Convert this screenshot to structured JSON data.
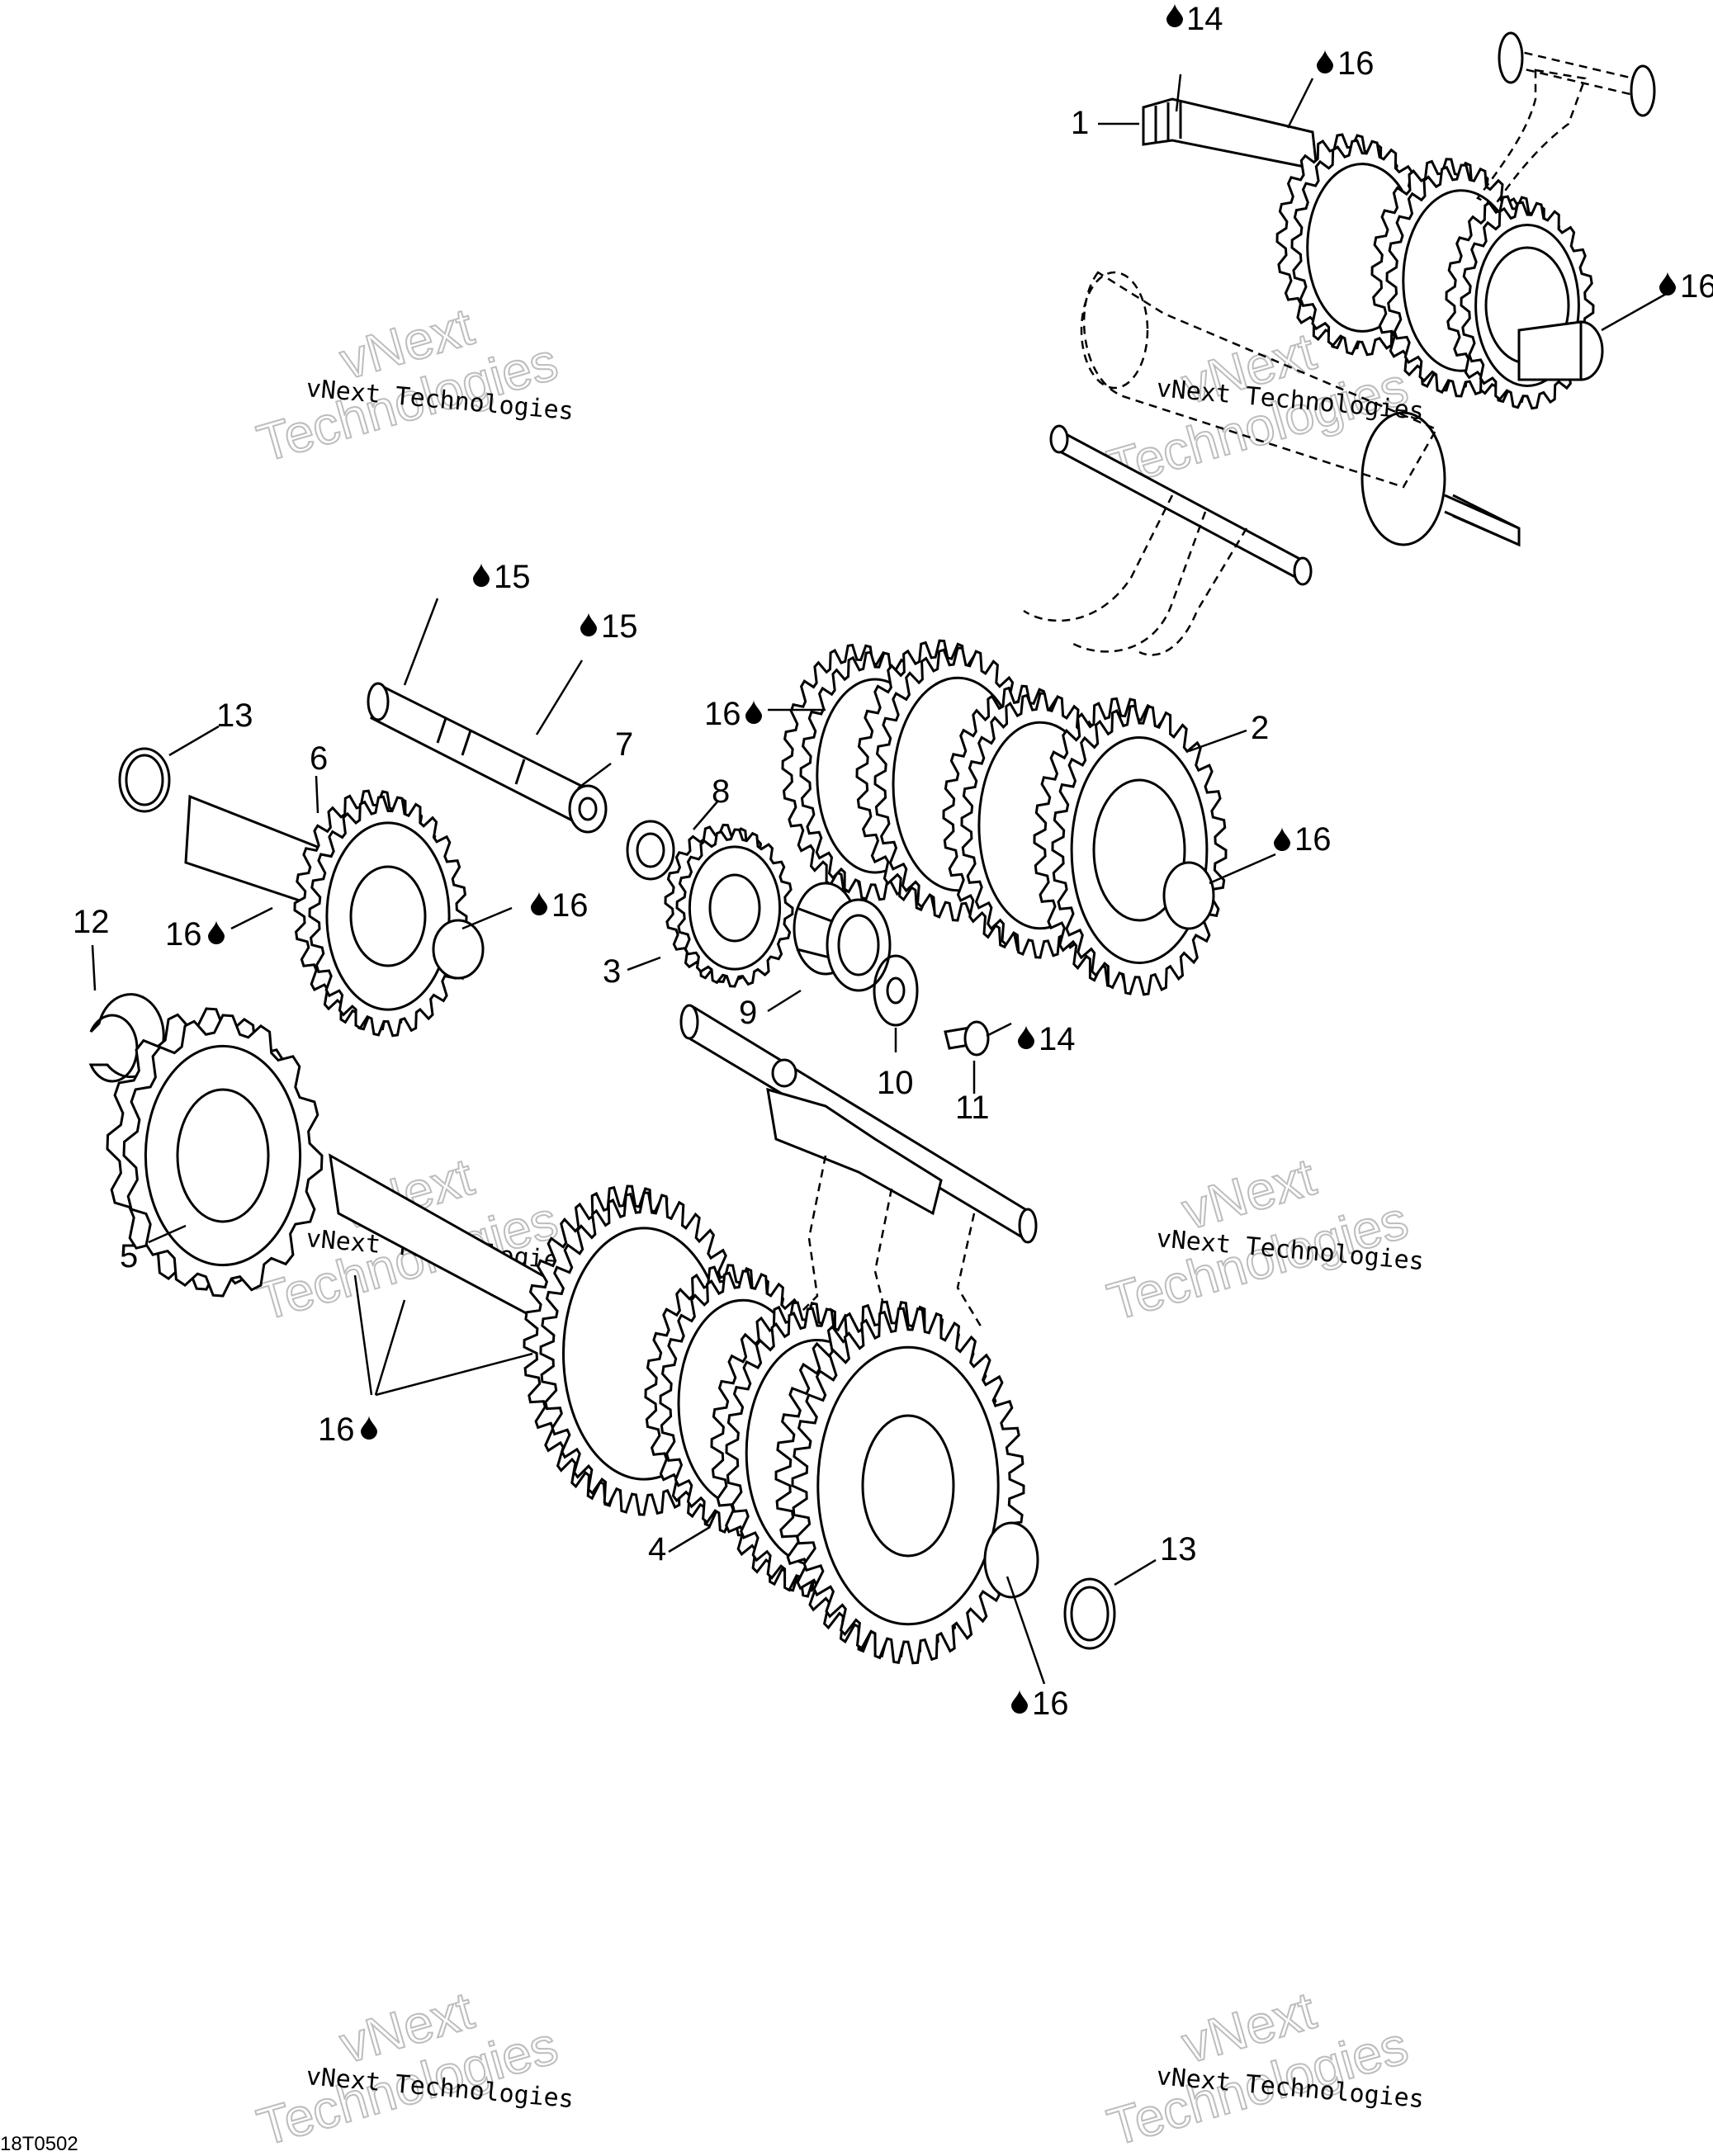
{
  "callouts": {
    "c1": "1",
    "c2": "2",
    "c3": "3",
    "c4": "4",
    "c5": "5",
    "c6": "6",
    "c7": "7",
    "c8": "8",
    "c9": "9",
    "c10": "10",
    "c11": "11",
    "c12": "12",
    "c13a": "13",
    "c13b": "13",
    "c14a": "14",
    "c14b": "14",
    "c15a": "15",
    "c15b": "15",
    "c16a": "16",
    "c16b": "16",
    "c16c": "16",
    "c16d": "16",
    "c16e": "16",
    "c16f": "16",
    "c16g": "16",
    "c16h": "16"
  },
  "watermark": {
    "company": "vNext Technologies",
    "large_top": "vNext",
    "large_bottom": "Technologies"
  },
  "diagram_code": "18T0502",
  "icons": {
    "lubricant": "oil-drop-icon"
  }
}
